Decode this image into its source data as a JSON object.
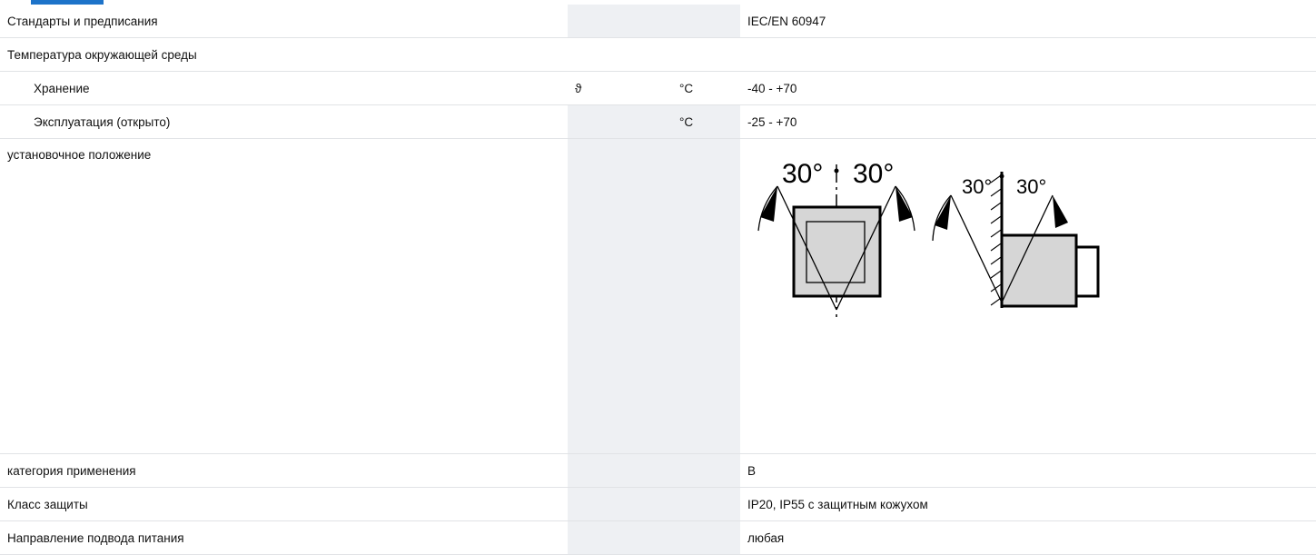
{
  "rows": [
    {
      "label": "Стандарты и предписания",
      "symbol": "",
      "unit": "",
      "value": "IEC/EN 60947"
    },
    {
      "label": "Температура окружающей среды",
      "symbol": "",
      "unit": "",
      "value": ""
    },
    {
      "label": "Хранение",
      "symbol": "ϑ",
      "unit": "°C",
      "value": "-40 - +70"
    },
    {
      "label": "Эксплуатация (открыто)",
      "symbol": "",
      "unit": "°C",
      "value": "-25 - +70"
    },
    {
      "label": "установочное положение",
      "symbol": "",
      "unit": "",
      "value": ""
    },
    {
      "label": "категория применения",
      "symbol": "",
      "unit": "",
      "value": "B"
    },
    {
      "label": "Класс защиты",
      "symbol": "",
      "unit": "",
      "value": "IP20, IP55 с защитным кожухом"
    },
    {
      "label": "Направление подвода питания",
      "symbol": "",
      "unit": "",
      "value": "любая"
    }
  ],
  "mounting_diagram": {
    "front_left_angle": "30°",
    "front_right_angle": "30°",
    "side_left_angle": "30°",
    "side_right_angle": "30°"
  },
  "colors": {
    "accent": "#1d73c9",
    "shaded_column": "#eef0f3",
    "row_border": "#e1e3e6",
    "device_fill": "#d6d6d6"
  }
}
